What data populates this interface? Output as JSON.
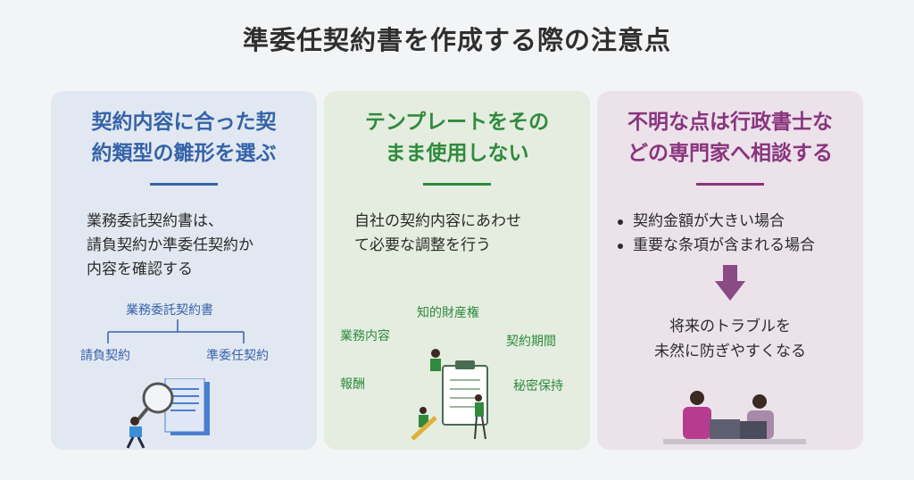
{
  "title": "準委任契約書を作成する際の注意点",
  "cards": [
    {
      "title_lines": [
        "契約内容に合った契",
        "約類型の雛形を選ぶ"
      ],
      "body_lines": [
        "業務委託契約書は、",
        "請負契約か準委任契約か",
        "内容を確認する"
      ],
      "tree": {
        "root": "業務委託契約書",
        "left": "請負契約",
        "right": "準委任契約"
      },
      "accent": "#3563a9"
    },
    {
      "title_lines": [
        "テンプレートをその",
        "まま使用しない"
      ],
      "body_lines": [
        "自社の契約内容にあわせ",
        "て必要な調整を行う"
      ],
      "keywords": [
        "知的財産権",
        "業務内容",
        "契約期間",
        "報酬",
        "秘密保持"
      ],
      "accent": "#2f8a3e"
    },
    {
      "title_lines": [
        "不明な点は行政書士な",
        "どの専門家へ相談する"
      ],
      "bullets": [
        "契約金額が大きい場合",
        "重要な条項が含まれる場合"
      ],
      "result_lines": [
        "将来のトラブルを",
        "未然に防ぎやすくなる"
      ],
      "accent": "#8a347e"
    }
  ]
}
